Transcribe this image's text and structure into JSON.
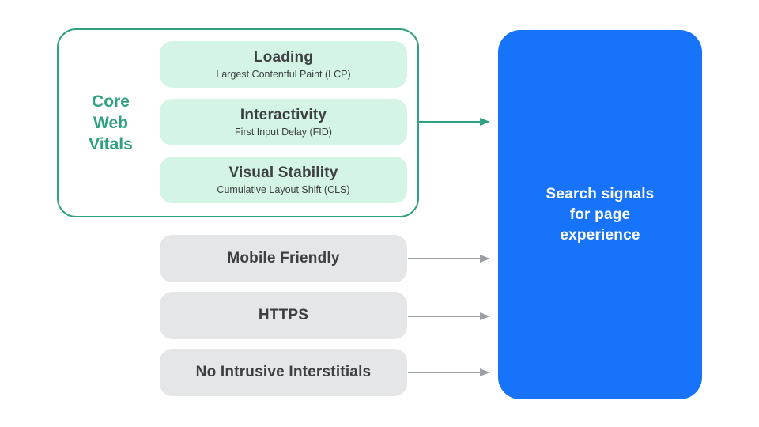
{
  "core_web_vitals": {
    "label": "Core Web Vitals",
    "items": [
      {
        "title": "Loading",
        "subtitle": "Largest Contentful Paint (LCP)"
      },
      {
        "title": "Interactivity",
        "subtitle": "First Input Delay (FID)"
      },
      {
        "title": "Visual Stability",
        "subtitle": "Cumulative Layout Shift (CLS)"
      }
    ]
  },
  "other_signals": [
    {
      "label": "Mobile Friendly"
    },
    {
      "label": "HTTPS"
    },
    {
      "label": "No Intrusive Interstitials"
    }
  ],
  "result": {
    "label": "Search signals for page experience"
  },
  "colors": {
    "green": "#31A183",
    "mint_fill": "#D4F4E5",
    "gray_fill": "#E5E6E7",
    "gray_arrow": "#9AA0A6",
    "blue_fill": "#1773FA",
    "text_dark": "#3C4043",
    "text_white": "#FFFFFF",
    "background": "#FFFFFF"
  }
}
